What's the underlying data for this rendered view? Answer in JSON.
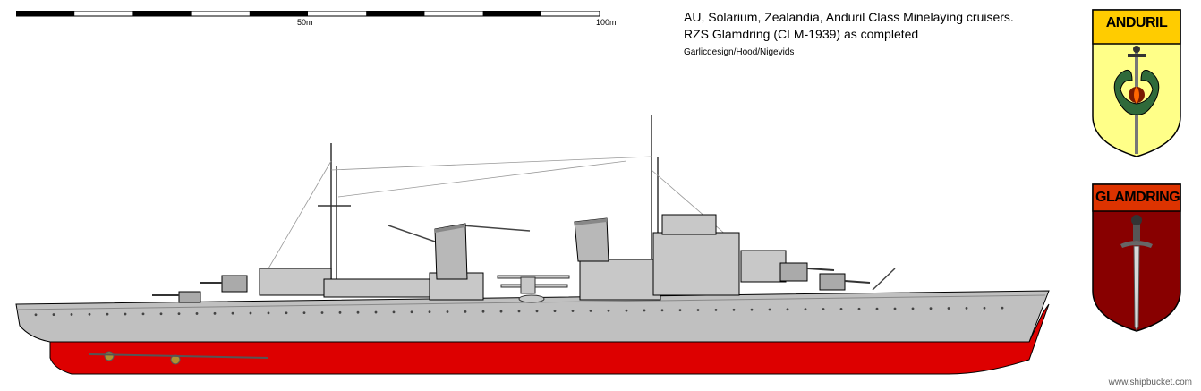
{
  "scale_bar": {
    "mid_label": "50m",
    "end_label": "100m"
  },
  "header": {
    "line1": "AU, Solarium, Zealandia, Anduril Class Minelaying cruisers.",
    "line2": "RZS Glamdring (CLM-1939) as completed",
    "credit": "Garlicdesign/Hood/Nigevids"
  },
  "crests": [
    {
      "name": "ANDURIL",
      "field_color": "#ffff88",
      "banner_color": "#ffcc00"
    },
    {
      "name": "GLAMDRING",
      "field_color": "#880000",
      "banner_color": "#dd3300"
    }
  ],
  "ship": {
    "hull_color": "#c0c0c0",
    "antifouling_color": "#dd0000"
  },
  "watermark": "www.shipbucket.com"
}
